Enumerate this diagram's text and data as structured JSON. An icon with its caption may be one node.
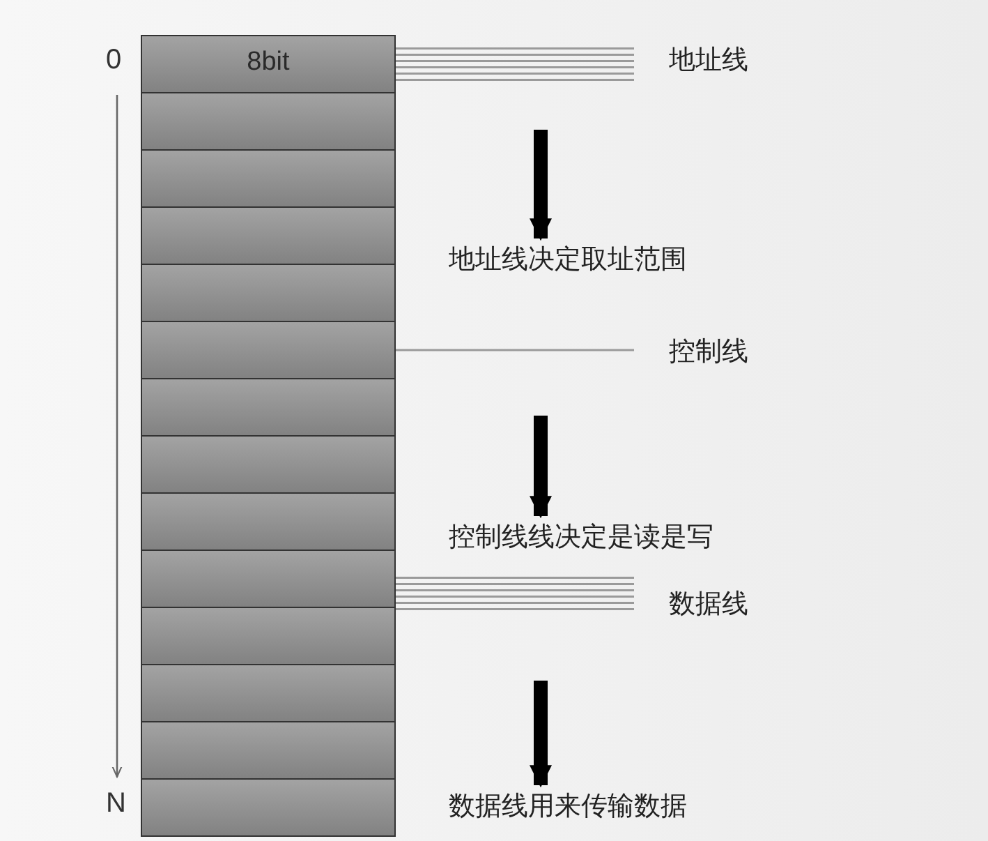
{
  "diagram": {
    "nodes": [
      {
        "text": [
          "8bit"
        ]
      },
      {
        "text": [],
        "shape": "box"
      },
      {
        "text": [],
        "shape": "box"
      },
      {
        "text": [],
        "shape": "box"
      },
      {
        "text": [],
        "shape": "box"
      },
      {
        "text": [],
        "shape": "box"
      },
      {
        "text": [],
        "shape": "box"
      },
      {
        "text": [],
        "shape": "box"
      },
      {
        "text": [],
        "shape": "box"
      },
      {
        "text": [],
        "shape": "box"
      },
      {
        "text": [],
        "shape": "box"
      },
      {
        "text": [],
        "shape": "box"
      },
      {
        "text": [],
        "shape": "box"
      },
      {
        "text": [],
        "shape": "box"
      },
      {
        "text": [
          "地址线"
        ]
      },
      {
        "text": [
          "地址线决定取址范围"
        ]
      },
      {
        "text": [
          "控制线"
        ]
      },
      {
        "text": [
          "控制线线决定是读是写"
        ]
      },
      {
        "text": [
          "数据线"
        ]
      },
      {
        "text": [
          "数据线用来传输数据"
        ]
      }
    ],
    "edges": [
      {
        "from": 0,
        "to": 14,
        "arrow": "none"
      },
      {
        "from": null,
        "to": 15,
        "arrow": "to",
        "style": "thick",
        "color": "#000000"
      },
      {
        "from": 5,
        "to": 16,
        "arrow": "none"
      },
      {
        "from": null,
        "to": 17,
        "arrow": "to",
        "style": "thick",
        "color": "#000000"
      },
      {
        "from": 9,
        "to": 18,
        "arrow": "none"
      },
      {
        "from": null,
        "to": 19,
        "arrow": "to",
        "style": "thick",
        "color": "#000000"
      }
    ],
    "labels": [
      "0",
      "N"
    ]
  }
}
